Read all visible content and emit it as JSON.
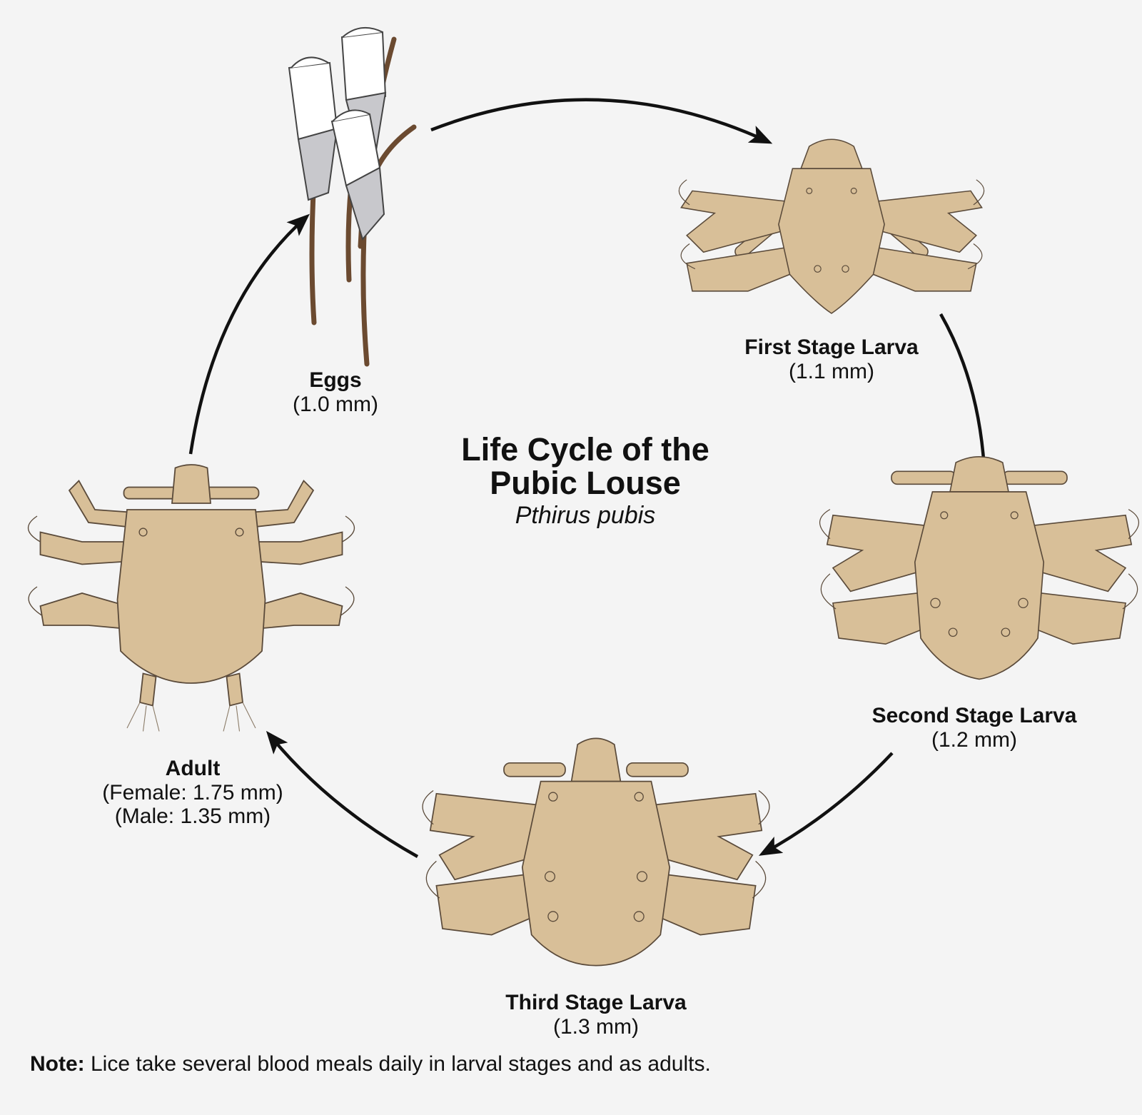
{
  "title": {
    "line1": "Life Cycle of the",
    "line2": "Pubic Louse",
    "scientific_name": "Pthirus pubis"
  },
  "stages": {
    "eggs": {
      "name": "Eggs",
      "size": "(1.0 mm)"
    },
    "first": {
      "name": "First Stage Larva",
      "size": "(1.1 mm)"
    },
    "second": {
      "name": "Second Stage Larva",
      "size": "(1.2 mm)"
    },
    "third": {
      "name": "Third Stage Larva",
      "size": "(1.3 mm)"
    },
    "adult": {
      "name": "Adult",
      "size_female": "(Female: 1.75 mm)",
      "size_male": "(Male: 1.35 mm)"
    }
  },
  "note": {
    "label": "Note:",
    "text": " Lice take several blood meals daily in larval stages and as adults."
  },
  "colors": {
    "background": "#f4f4f4",
    "louse_body": "#d8bf98",
    "outline": "#5a4a3a",
    "egg_cap": "#c8c8cc",
    "hair": "#6b4a30",
    "arrow": "#111111"
  }
}
